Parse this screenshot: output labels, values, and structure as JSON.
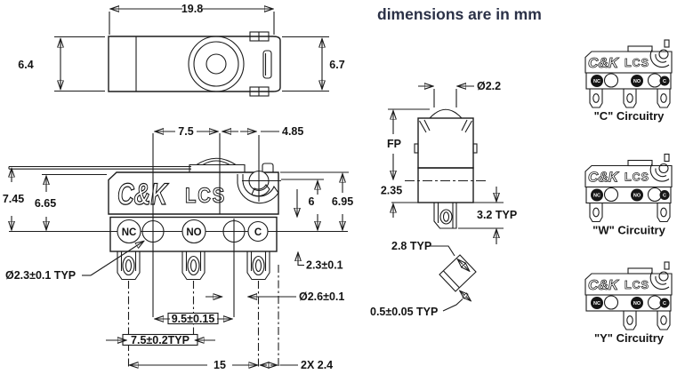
{
  "note": "dimensions are in mm",
  "brand": {
    "logo": "C&K",
    "model": "LCS"
  },
  "top_view": {
    "width": "19.8",
    "height_left": "6.4",
    "height_right": "6.7"
  },
  "front_view": {
    "terminals": {
      "nc": "NC",
      "no": "NO",
      "c": "C"
    },
    "dims": {
      "lever_height": "7.45",
      "body_height": "6.65",
      "plunger_offset": "7.5",
      "pivot_offset": "4.85",
      "body_right_inner": "6",
      "body_right_outer": "6.95",
      "slot_offset": "2.3±0.1",
      "mount_hole_dia": "Ø2.3±0.1 TYP",
      "terminal_dia": "Ø2.6±0.1",
      "terminal_pitch": "9.5±0.15",
      "terminal_pitch_typ": "7.5±0.2TYP",
      "terminal_span": "15",
      "edge_offset": "2X 2.4"
    }
  },
  "side_view": {
    "dims": {
      "plunger_dia": "Ø2.2",
      "free_position": "FP",
      "base_height": "2.35",
      "terminal_length": "3.2 TYP",
      "terminal_width": "2.8 TYP",
      "terminal_thickness": "0.5±0.05 TYP"
    }
  },
  "circuitry": [
    {
      "label": "\"C\" Circuitry"
    },
    {
      "label": "\"W\" Circuitry"
    },
    {
      "label": "\"Y\" Circuitry"
    }
  ]
}
